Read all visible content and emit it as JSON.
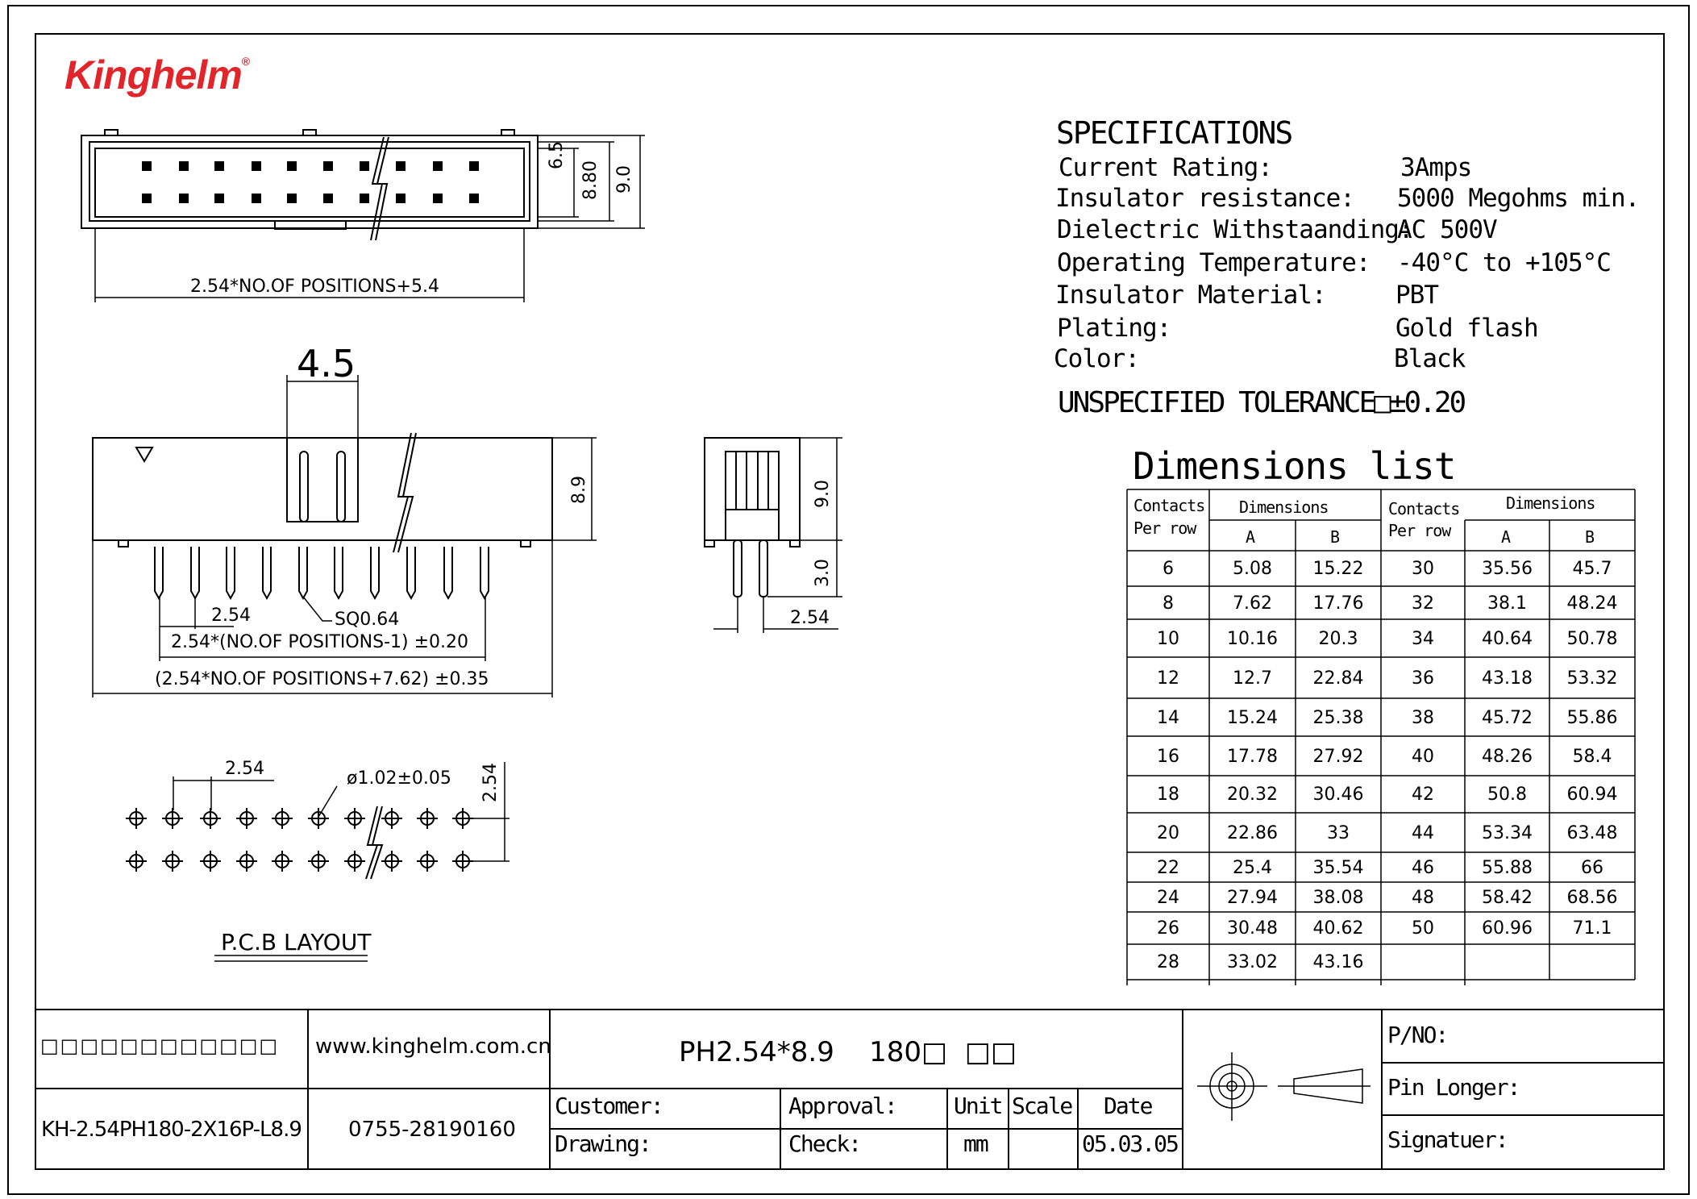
{
  "brand": {
    "logo_text": "Kinghelm",
    "logo_mark": "®"
  },
  "specifications": {
    "title": "SPECIFICATIONS",
    "rows": [
      {
        "label": "Current Rating:",
        "value": "3Amps"
      },
      {
        "label": "Insulator resistance:",
        "value": "5000 Megohms min."
      },
      {
        "label": "Dielectric Withstaanding:",
        "value": "AC 500V"
      },
      {
        "label": "Operating Temperature:",
        "value": "-40°C to +105°C"
      },
      {
        "label": "Insulator Material:",
        "value": "PBT"
      },
      {
        "label": "Plating:",
        "value": "Gold flash"
      },
      {
        "label": "Color:",
        "value": "Black"
      }
    ],
    "tolerance": "UNSPECIFIED TOLERANCE□±0.20"
  },
  "dimensions_list": {
    "title": "Dimensions list",
    "headers": {
      "contacts": "Contacts Per row",
      "contacts_line1": "Contacts",
      "contacts_line2": "Per row",
      "dimensions": "Dimensions",
      "a": "A",
      "b": "B"
    },
    "left_rows": [
      [
        "6",
        "5.08",
        "15.22"
      ],
      [
        "8",
        "7.62",
        "17.76"
      ],
      [
        "10",
        "10.16",
        "20.3"
      ],
      [
        "12",
        "12.7",
        "22.84"
      ],
      [
        "14",
        "15.24",
        "25.38"
      ],
      [
        "16",
        "17.78",
        "27.92"
      ],
      [
        "18",
        "20.32",
        "30.46"
      ],
      [
        "20",
        "22.86",
        "33"
      ],
      [
        "22",
        "25.4",
        "35.54"
      ],
      [
        "24",
        "27.94",
        "38.08"
      ],
      [
        "26",
        "30.48",
        "40.62"
      ],
      [
        "28",
        "33.02",
        "43.16"
      ]
    ],
    "right_rows": [
      [
        "30",
        "35.56",
        "45.7"
      ],
      [
        "32",
        "38.1",
        "48.24"
      ],
      [
        "34",
        "40.64",
        "50.78"
      ],
      [
        "36",
        "43.18",
        "53.32"
      ],
      [
        "38",
        "45.72",
        "55.86"
      ],
      [
        "40",
        "48.26",
        "58.4"
      ],
      [
        "42",
        "50.8",
        "60.94"
      ],
      [
        "44",
        "53.34",
        "63.48"
      ],
      [
        "46",
        "55.88",
        "66"
      ],
      [
        "48",
        "58.42",
        "68.56"
      ],
      [
        "50",
        "60.96",
        "71.1"
      ]
    ]
  },
  "drawing_dims": {
    "top_h1": "6.5",
    "top_h2": "8.80",
    "top_h3": "9.0",
    "top_len": "2.54*NO.OF POSITIONS+5.4",
    "front_w": "4.5",
    "front_h": "8.9",
    "pitch": "2.54",
    "pin_sq": "SQ0.64",
    "front_len1": "2.54*(NO.OF POSITIONS-1) ±0.20",
    "front_len2": "(2.54*NO.OF POSITIONS+7.62) ±0.35",
    "side_h1": "9.0",
    "side_h2": "3.0",
    "side_pitch": "2.54",
    "pcb_pitch_x": "2.54",
    "pcb_pitch_y": "2.54",
    "pcb_hole": "ø1.02±0.05",
    "pcb_label": "P.C.B LAYOUT"
  },
  "title_block": {
    "company": "□□□□□□□□□□□□",
    "website": "www.kinghelm.com.cn",
    "part_no": "KH-2.54PH180-2X16P-L8.9",
    "phone": "0755-28190160",
    "product": "PH2.54*8.9    180□  □□",
    "customer": "Customer:",
    "approval": "Approval:",
    "unit": "Unit",
    "scale": "Scale",
    "date": "Date",
    "drawing": "Drawing:",
    "check": "Check:",
    "unit_val": "mm",
    "date_val": "05.03.05",
    "pno": "P/NO:",
    "pin_longer": "Pin Longer:",
    "signature": "Signatuer:"
  }
}
